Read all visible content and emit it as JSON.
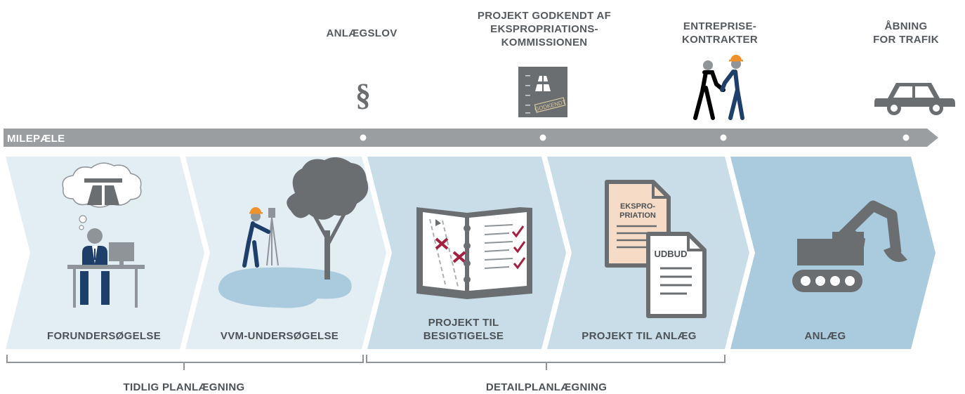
{
  "milestones": [
    {
      "label": "ANLÆGSLOV",
      "icon": "paragraph-icon",
      "symbol": "§"
    },
    {
      "label": "PROJEKT GODKENDT AF EKSPROPRIATIONS-KOMMISSIONEN",
      "lines": [
        "PROJEKT GODKENDT AF",
        "EKSPROPRIATIONS-",
        "KOMMISSIONEN"
      ],
      "icon": "approved-road-plan-icon",
      "stamp": "GODKENDT"
    },
    {
      "label": "ENTREPRISE-KONTRAKTER",
      "lines": [
        "ENTREPRISE-",
        "KONTRAKTER"
      ],
      "icon": "handshake-icon"
    },
    {
      "label": "ÅBNING FOR TRAFIK",
      "lines": [
        "ÅBNING",
        "FOR TRAFIK"
      ],
      "icon": "car-icon"
    }
  ],
  "milestone_bar": {
    "label": "MILEPÆLE"
  },
  "stages": [
    {
      "lines": [
        "FORUNDERSØGELSE"
      ],
      "icon": "thinking-planner-icon",
      "color": "#e3edf4"
    },
    {
      "lines": [
        "VVM-UNDERSØGELSE"
      ],
      "icon": "surveyor-tree-icon",
      "color": "#e3edf4"
    },
    {
      "lines": [
        "PROJEKT TIL",
        "BESIGTIGELSE"
      ],
      "icon": "marked-plan-book-icon",
      "color": "#c9dde9"
    },
    {
      "lines": [
        "PROJEKT TIL ANLÆG"
      ],
      "icon": "documents-icon",
      "color": "#c9dde9",
      "doc1": [
        "EKSPRO-",
        "PRIATION"
      ],
      "doc2": "UDBUD"
    },
    {
      "lines": [
        "ANLÆG"
      ],
      "icon": "excavator-icon",
      "color": "#a9cbdd"
    }
  ],
  "groups": [
    {
      "label": "TIDLIG PLANLÆGNING"
    },
    {
      "label": "DETAILPLANLÆGNING"
    }
  ],
  "colors": {
    "bar": "#9a9ea1",
    "text": "#4d5257",
    "icon_dark": "#6b6e71",
    "worker_blue": "#1f3f6b",
    "hard_hat": "#f0922b",
    "check_red": "#a3213f",
    "doc_peach": "#f6dcc6",
    "water": "#a9cbdd"
  }
}
